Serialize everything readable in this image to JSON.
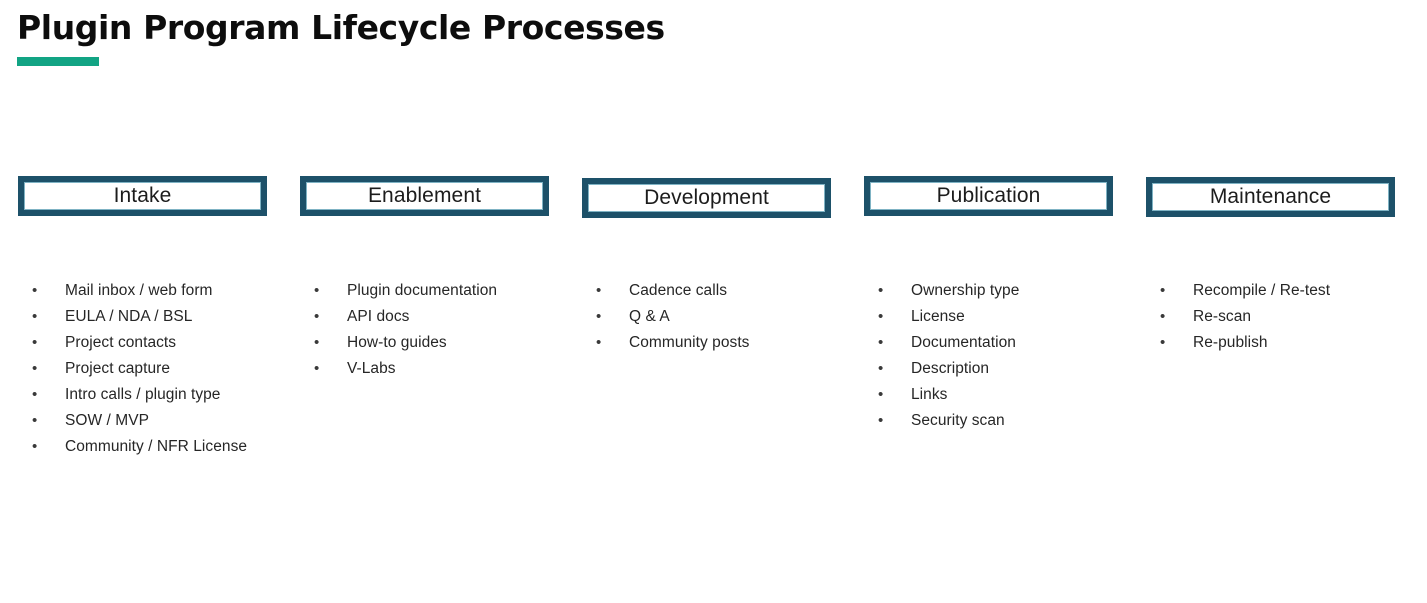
{
  "header": {
    "title": "Plugin Program Lifecycle Processes",
    "accent_color": "#12a484"
  },
  "theme": {
    "box_border_color": "#1d5169",
    "box_inner_line_color": "#7fb3c4",
    "box_fill_color": "#ffffff",
    "text_color": "#262626",
    "background": "#ffffff",
    "bullet_glyph": "•"
  },
  "stages": [
    {
      "label": "Intake",
      "items": [
        "Mail inbox / web form",
        "EULA / NDA / BSL",
        "Project contacts",
        "Project capture",
        "Intro calls / plugin type",
        "SOW / MVP",
        "Community / NFR License"
      ]
    },
    {
      "label": "Enablement",
      "items": [
        "Plugin documentation",
        "API docs",
        "How-to guides",
        "V-Labs"
      ]
    },
    {
      "label": "Development",
      "items": [
        "Cadence calls",
        "Q & A",
        "Community posts"
      ]
    },
    {
      "label": "Publication",
      "items": [
        "Ownership type",
        "License",
        "Documentation",
        "Description",
        "Links",
        "Security scan"
      ]
    },
    {
      "label": "Maintenance",
      "items": [
        "Recompile / Re-test",
        "Re-scan",
        "Re-publish"
      ]
    }
  ]
}
